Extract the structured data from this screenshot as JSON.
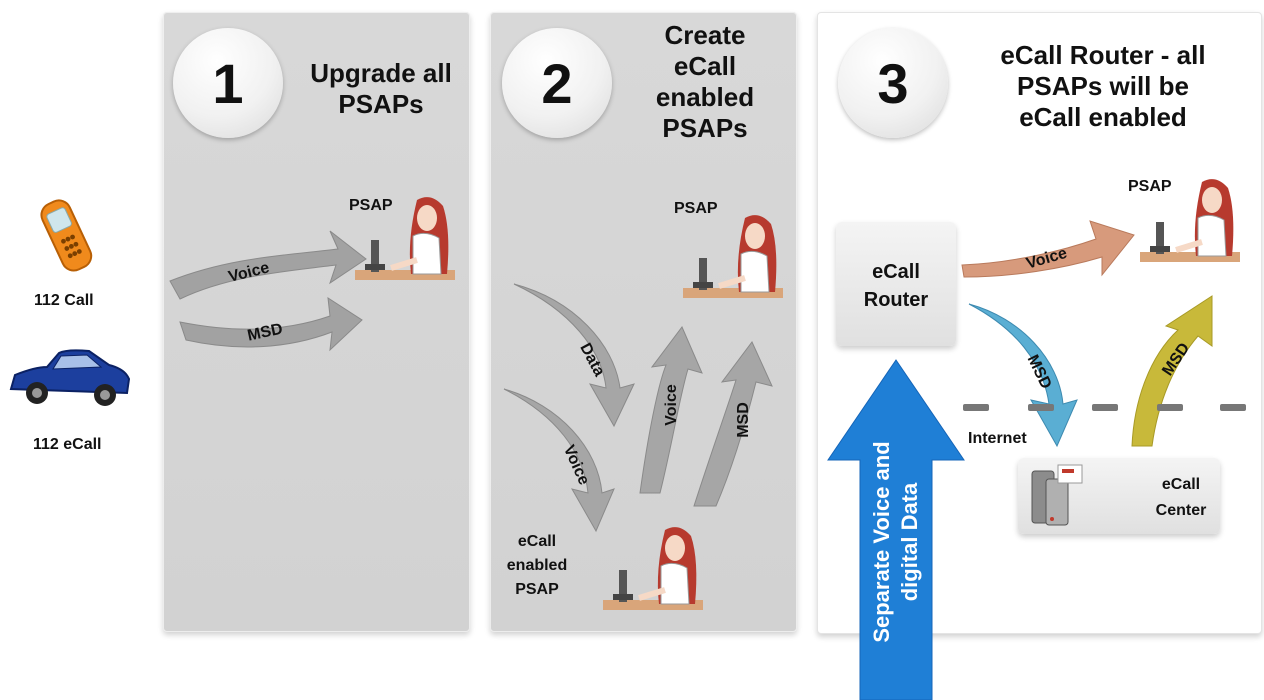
{
  "left_devices": {
    "phone_label": "112 Call",
    "car_label": "112 eCall"
  },
  "panel1": {
    "number": "1",
    "title_lines": [
      "Upgrade all",
      "PSAPs"
    ],
    "psap_label": "PSAP",
    "arrow_voice": "Voice",
    "arrow_msd": "MSD"
  },
  "panel2": {
    "number": "2",
    "title_lines": [
      "Create",
      "eCall",
      "enabled",
      "PSAPs"
    ],
    "psap_label": "PSAP",
    "arrow_data": "Data",
    "arrow_voice_down": "Voice",
    "arrow_voice_up": "Voice",
    "arrow_msd_up": "MSD",
    "ecall_psap_lines": [
      "eCall",
      "enabled",
      "PSAP"
    ]
  },
  "panel3": {
    "number": "3",
    "title_lines": [
      "eCall Router - all",
      "PSAPs will be",
      "eCall enabled"
    ],
    "psap_label": "PSAP",
    "router_lines": [
      "eCall",
      "Router"
    ],
    "arrow_voice": "Voice",
    "arrow_msd_down": "MSD",
    "arrow_msd_up": "MSD",
    "internet_label": "Internet",
    "center_lines": [
      "eCall",
      "Center"
    ],
    "big_arrow_lines": [
      "Separate Voice and",
      "digital Data"
    ]
  },
  "colors": {
    "panel_gray": "#d6d6d6",
    "big_arrow_blue": "#1f7fd6",
    "voice_arrow_3": "#d79a7c",
    "msd_down_arrow": "#5aaed3",
    "msd_up_arrow": "#c8b93a",
    "phone_orange": "#f08a1c",
    "car_blue": "#1c3f9e"
  },
  "icons": [
    "mobile-phone-icon",
    "car-icon",
    "psap-operator-icon",
    "server-icon"
  ]
}
